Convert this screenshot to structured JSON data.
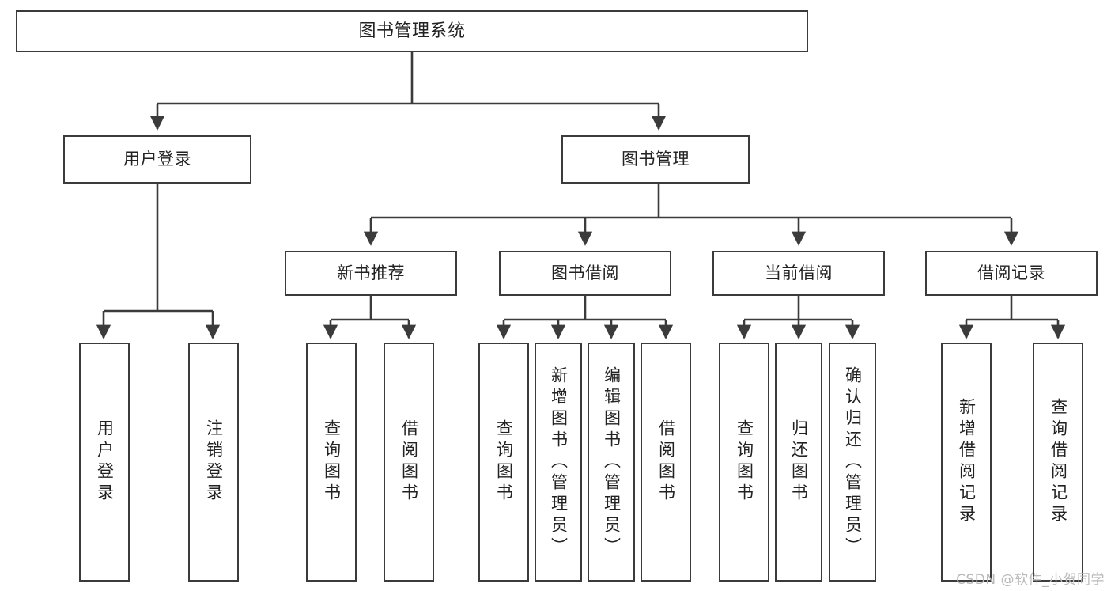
{
  "diagram": {
    "type": "tree",
    "title": "图书管理系统",
    "watermark": "CSDN @软件_小贺同学",
    "colors": {
      "box_border": "#3b3b3b",
      "box_fill": "#ffffff",
      "edge": "#3b3b3b",
      "text": "#222222",
      "watermark": "#b9b9b9"
    },
    "levels": {
      "level1": [
        "图书管理系统"
      ],
      "level2": [
        "用户登录",
        "图书管理"
      ],
      "level3": [
        "新书推荐",
        "图书借阅",
        "当前借阅",
        "借阅记录"
      ],
      "level4": [
        "用户登录",
        "注销登录",
        "查询图书",
        "借阅图书",
        "查询图书",
        "新增图书（管理员）",
        "编辑图书（管理员）",
        "借阅图书",
        "查询图书",
        "归还图书",
        "确认归还（管理员）",
        "新增借阅记录",
        "查询借阅记录"
      ]
    },
    "nodes": {
      "root": {
        "label": "图书管理系统"
      },
      "user_login": {
        "label": "用户登录"
      },
      "book_manage": {
        "label": "图书管理"
      },
      "new_book_rec": {
        "label": "新书推荐"
      },
      "book_borrow": {
        "label": "图书借阅"
      },
      "current_borrow": {
        "label": "当前借阅"
      },
      "borrow_record": {
        "label": "借阅记录"
      },
      "leaf_user_login": {
        "label": "用户登录"
      },
      "leaf_user_logout": {
        "label": "注销登录"
      },
      "leaf_query_book_1": {
        "label": "查询图书"
      },
      "leaf_borrow_book_1": {
        "label": "借阅图书"
      },
      "leaf_query_book_2": {
        "label": "查询图书"
      },
      "leaf_add_book": {
        "label": "新增图书（管理员）"
      },
      "leaf_edit_book": {
        "label": "编辑图书（管理员）"
      },
      "leaf_borrow_book_2": {
        "label": "借阅图书"
      },
      "leaf_query_book_3": {
        "label": "查询图书"
      },
      "leaf_return_book": {
        "label": "归还图书"
      },
      "leaf_confirm_return": {
        "label": "确认归还（管理员）"
      },
      "leaf_add_record": {
        "label": "新增借阅记录"
      },
      "leaf_query_record": {
        "label": "查询借阅记录"
      }
    },
    "relations": [
      {
        "from": "图书管理系统",
        "to": "用户登录"
      },
      {
        "from": "图书管理系统",
        "to": "图书管理"
      },
      {
        "from": "用户登录",
        "to": "用户登录"
      },
      {
        "from": "用户登录",
        "to": "注销登录"
      },
      {
        "from": "图书管理",
        "to": "新书推荐"
      },
      {
        "from": "图书管理",
        "to": "图书借阅"
      },
      {
        "from": "图书管理",
        "to": "当前借阅"
      },
      {
        "from": "图书管理",
        "to": "借阅记录"
      },
      {
        "from": "新书推荐",
        "to": "查询图书"
      },
      {
        "from": "新书推荐",
        "to": "借阅图书"
      },
      {
        "from": "图书借阅",
        "to": "查询图书"
      },
      {
        "from": "图书借阅",
        "to": "新增图书（管理员）"
      },
      {
        "from": "图书借阅",
        "to": "编辑图书（管理员）"
      },
      {
        "from": "图书借阅",
        "to": "借阅图书"
      },
      {
        "from": "当前借阅",
        "to": "查询图书"
      },
      {
        "from": "当前借阅",
        "to": "归还图书"
      },
      {
        "from": "当前借阅",
        "to": "确认归还（管理员）"
      },
      {
        "from": "借阅记录",
        "to": "新增借阅记录"
      },
      {
        "from": "借阅记录",
        "to": "查询借阅记录"
      }
    ]
  }
}
